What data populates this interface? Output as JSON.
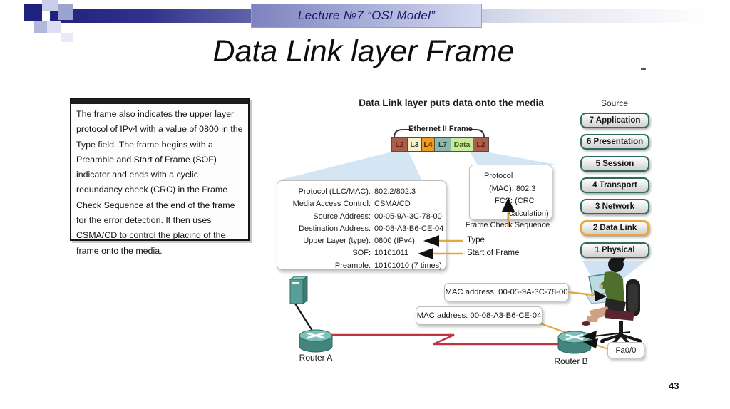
{
  "colors": {
    "header_navy": "#20207e",
    "lecture_text_navy": "#18186b",
    "osi_border_teal": "#2e6a60",
    "highlight_gold": "#e9a73b",
    "arrow_gold": "#e2a83f",
    "serial_link_red": "#c4323f",
    "fan_blue": "#a9cbe9"
  },
  "header": {
    "lecture_label": "Lecture  №7 “OSI Model”"
  },
  "title": "Data Link layer  Frame",
  "description": "The frame also indicates the upper layer protocol of IPv4 with a value of 0800 in the Type field. The frame begins with a Preamble and Start of Frame (SOF) indicator and ends with a cyclic redundancy check (CRC) in the Frame Check Sequence at the end of the frame for the error detection. It then uses CSMA/CD to control the placing of the frame onto the media.",
  "diagram": {
    "caption": "Data Link layer puts data onto the media",
    "bracket_label": "Ethernet II Frame",
    "frame_segments": [
      {
        "label": "L2",
        "bg": "#a8604a",
        "fg": "#6b1b0e"
      },
      {
        "label": "L3",
        "bg": "#f7f2cc",
        "fg": "#3c3c3c"
      },
      {
        "label": "L4",
        "bg": "#ee9b1e",
        "fg": "#4a3208"
      },
      {
        "label": "L7",
        "bg": "#8fb7aa",
        "fg": "#25443c"
      },
      {
        "label": "Data",
        "bg": "#c8ec9c",
        "fg": "#3f5a22"
      },
      {
        "label": "L2",
        "bg": "#a8604a",
        "fg": "#6b1b0e"
      }
    ],
    "details_rows": [
      {
        "label": "Protocol (LLC/MAC):",
        "value": "802.2/802.3"
      },
      {
        "label": "Media Access Control:",
        "value": "CSMA/CD"
      },
      {
        "label": "Source Address:",
        "value": "00-05-9A-3C-78-00"
      },
      {
        "label": "Destination Address:",
        "value": "00-08-A3-B6-CE-04"
      },
      {
        "label": "Upper Layer (type):",
        "value": "0800 (IPv4)"
      },
      {
        "label": "SOF:",
        "value": "10101011"
      },
      {
        "label": "Preamble:",
        "value": "10101010 (7 times)"
      }
    ],
    "protocol_box_lines": [
      "Protocol",
      "(MAC): 802.3",
      "FCS: (CRC",
      "calculation)"
    ],
    "fcs_caption": "Frame Check Sequence",
    "type_caption": "Type",
    "sof_caption": "Start of Frame",
    "osi": {
      "header": "Source",
      "layers": [
        "7 Application",
        "6 Presentation",
        "5 Session",
        "4 Transport",
        "3 Network",
        "2 Data Link",
        "1 Physical"
      ],
      "highlighted": "2 Data Link"
    }
  },
  "network": {
    "router_a_label": "Router A",
    "router_b_label": "Router B",
    "mac_box_1": "MAC address: 00-05-9A-3C-78-00",
    "mac_box_2": "MAC address: 00-08-A3-B6-CE-04",
    "interface_box": "Fa0/0"
  },
  "page_number": "43"
}
